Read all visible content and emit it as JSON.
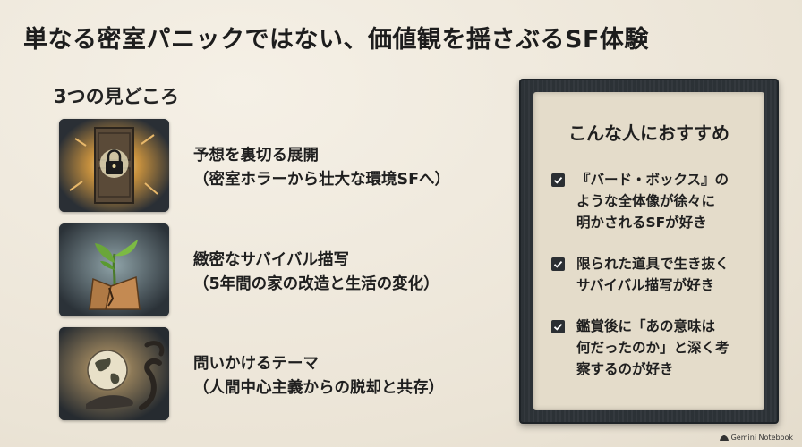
{
  "title": "単なる密室パニックではない、価値観を揺さぶるSF体験",
  "features_heading": "3つの見どころ",
  "features": [
    {
      "icon": "locked-door-icon",
      "line1": "予想を裏切る展開",
      "line2": "（密室ホラーから壮大な環境SFへ）"
    },
    {
      "icon": "sprout-icon",
      "line1": "緻密なサバイバル描写",
      "line2": "（5年間の家の改造と生活の変化）"
    },
    {
      "icon": "earth-hand-icon",
      "line1": "問いかけるテーマ",
      "line2": "（人間中心主義からの脱却と共存）"
    }
  ],
  "recommend": {
    "heading": "こんな人におすすめ",
    "items": [
      {
        "lines": [
          "『バード・ボックス』の",
          "ような全体像が徐々に",
          "明かされるSFが好き"
        ]
      },
      {
        "lines": [
          "限られた道具で生き抜く",
          "サバイバル描写が好き"
        ]
      },
      {
        "lines": [
          "鑑賞後に「あの意味は",
          "何だったのか」と深く考",
          "察するのが好き"
        ]
      }
    ]
  },
  "footer": {
    "brand": "Gemini Notebook"
  },
  "colors": {
    "background": "#efe9dd",
    "board": "#2d3338",
    "board_inner": "#e4dcca",
    "text": "#1f1f1f"
  }
}
